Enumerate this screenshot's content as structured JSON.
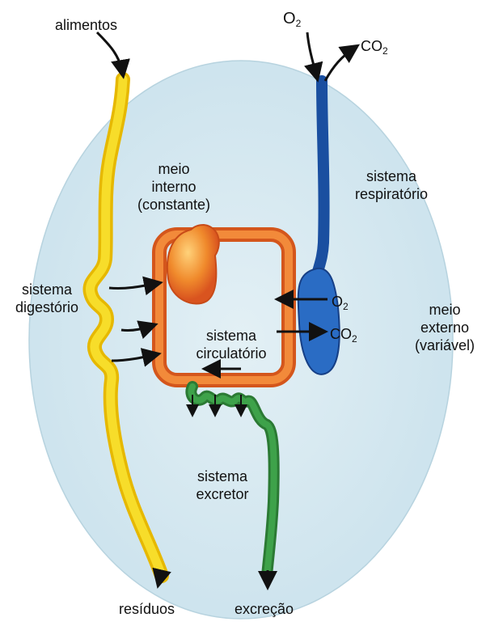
{
  "labels": {
    "alimentos": "alimentos",
    "o2": "O",
    "co2": "CO",
    "sub2": "2",
    "meio_interno_1": "meio",
    "meio_interno_2": "interno",
    "meio_interno_3": "(constante)",
    "resp_1": "sistema",
    "resp_2": "respiratório",
    "dig_1": "sistema",
    "dig_2": "digestório",
    "circ_1": "sistema",
    "circ_2": "circulatório",
    "meio_externo_1": "meio",
    "meio_externo_2": "externo",
    "meio_externo_3": "(variável)",
    "excr_1": "sistema",
    "excr_2": "excretor",
    "residuos": "resíduos",
    "excrecao": "excreção"
  },
  "colors": {
    "body_fill": "#d6e9f1",
    "digestive": "#f2d21a",
    "respiratory": "#1f5fb8",
    "circulatory": "#e8742a",
    "heart": "#e8602a",
    "excretory": "#2f8a3a",
    "arrow": "#111111"
  }
}
